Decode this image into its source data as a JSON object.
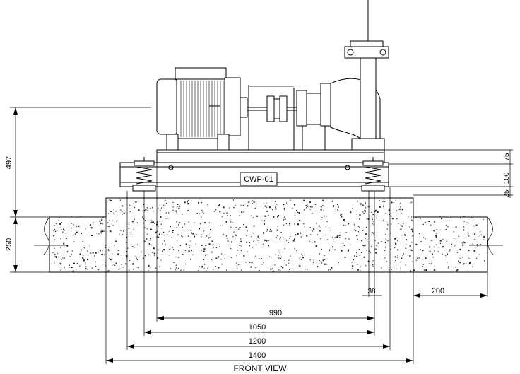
{
  "drawing": {
    "view_title": "FRONT VIEW",
    "tag_label": "CWP-01"
  },
  "dimensions": {
    "vertical": {
      "d497": "497",
      "d250": "250",
      "d75": "75",
      "d100": "100",
      "d25": "25"
    },
    "horizontal": {
      "d990": "990",
      "d1050": "1050",
      "d1200": "1200",
      "d1400": "1400",
      "d38": "38",
      "d200": "200"
    }
  }
}
